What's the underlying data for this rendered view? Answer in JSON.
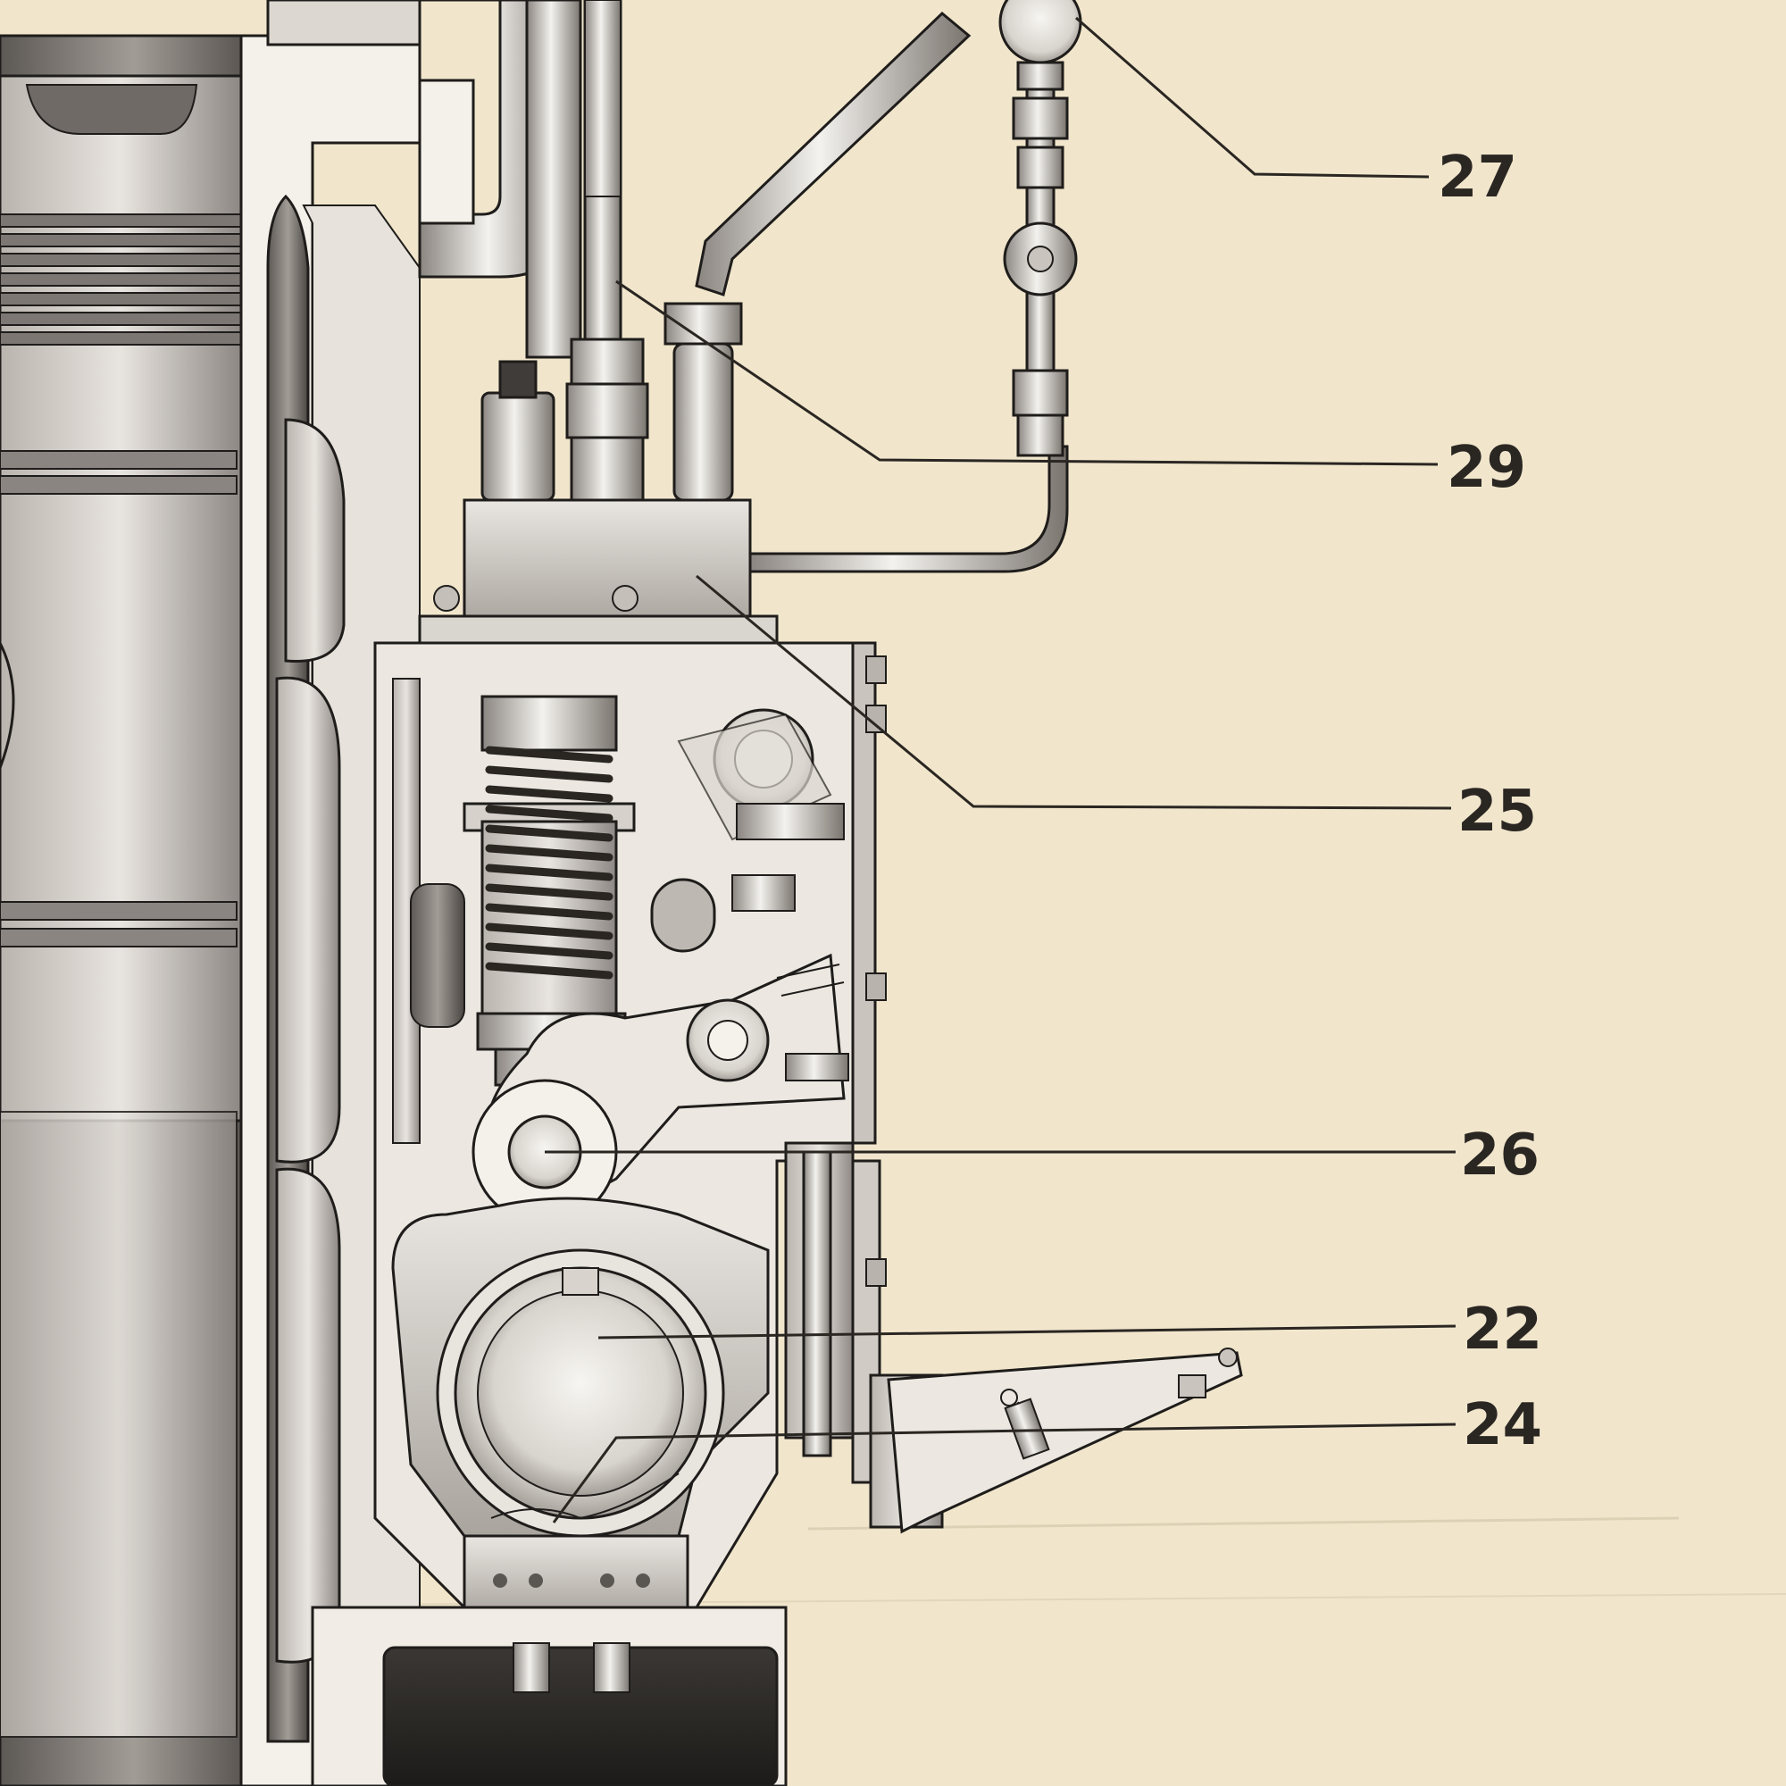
{
  "diagram": {
    "callouts": [
      {
        "id": "c27",
        "label": "27"
      },
      {
        "id": "c29",
        "label": "29"
      },
      {
        "id": "c25",
        "label": "25"
      },
      {
        "id": "c26",
        "label": "26"
      },
      {
        "id": "c22",
        "label": "22"
      },
      {
        "id": "c24",
        "label": "24"
      }
    ]
  }
}
